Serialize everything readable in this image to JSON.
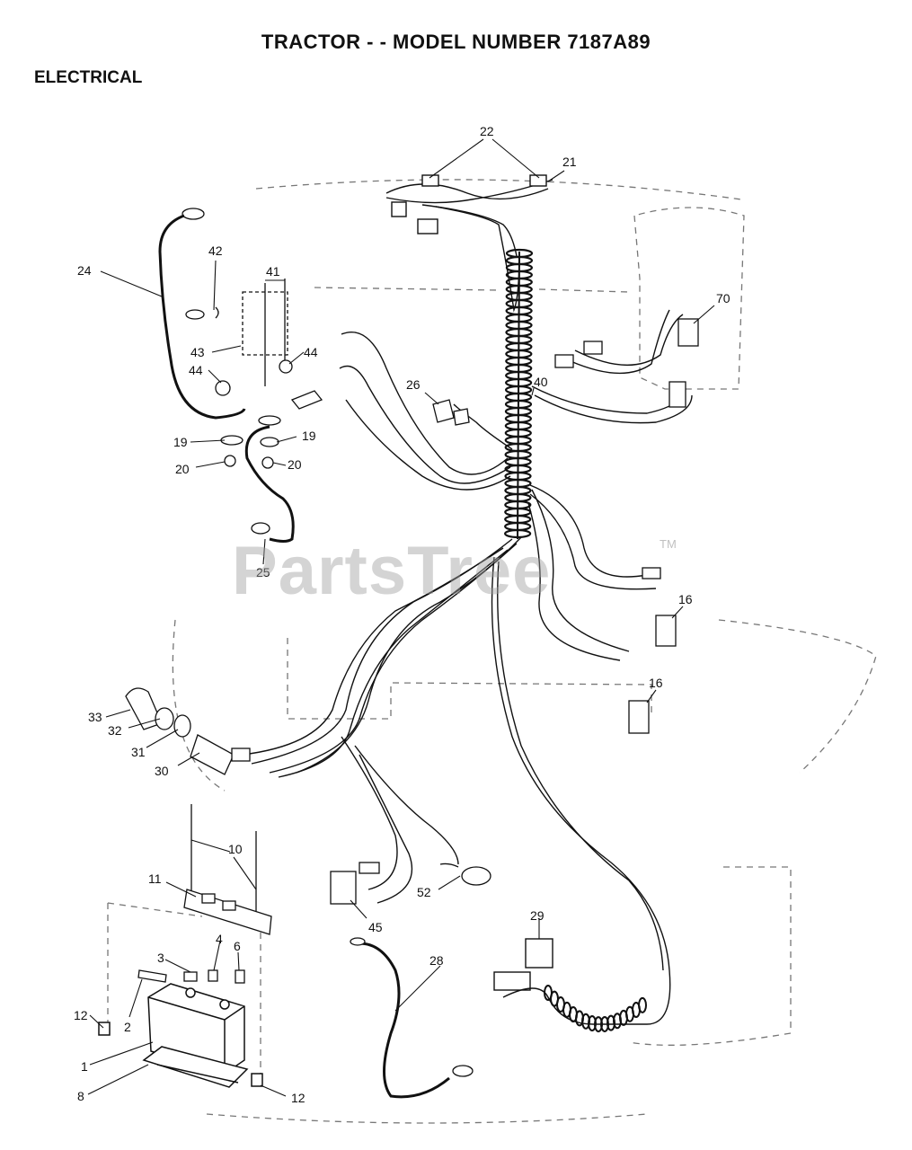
{
  "header": {
    "title": "TRACTOR - - MODEL NUMBER 7187A89",
    "section": "ELECTRICAL"
  },
  "watermark": {
    "text": "PartsTree",
    "tm": "TM"
  },
  "callouts": [
    {
      "id": "c1",
      "label": "1"
    },
    {
      "id": "c2",
      "label": "2"
    },
    {
      "id": "c3",
      "label": "3"
    },
    {
      "id": "c4",
      "label": "4"
    },
    {
      "id": "c6",
      "label": "6"
    },
    {
      "id": "c8",
      "label": "8"
    },
    {
      "id": "c10",
      "label": "10"
    },
    {
      "id": "c11",
      "label": "11"
    },
    {
      "id": "c12a",
      "label": "12"
    },
    {
      "id": "c12b",
      "label": "12"
    },
    {
      "id": "c16a",
      "label": "16"
    },
    {
      "id": "c16b",
      "label": "16"
    },
    {
      "id": "c19a",
      "label": "19"
    },
    {
      "id": "c19b",
      "label": "19"
    },
    {
      "id": "c20a",
      "label": "20"
    },
    {
      "id": "c20b",
      "label": "20"
    },
    {
      "id": "c21",
      "label": "21"
    },
    {
      "id": "c22",
      "label": "22"
    },
    {
      "id": "c24",
      "label": "24"
    },
    {
      "id": "c25",
      "label": "25"
    },
    {
      "id": "c26",
      "label": "26"
    },
    {
      "id": "c28",
      "label": "28"
    },
    {
      "id": "c29",
      "label": "29"
    },
    {
      "id": "c30",
      "label": "30"
    },
    {
      "id": "c31",
      "label": "31"
    },
    {
      "id": "c32",
      "label": "32"
    },
    {
      "id": "c33",
      "label": "33"
    },
    {
      "id": "c40",
      "label": "40"
    },
    {
      "id": "c41",
      "label": "41"
    },
    {
      "id": "c42",
      "label": "42"
    },
    {
      "id": "c43",
      "label": "43"
    },
    {
      "id": "c44a",
      "label": "44"
    },
    {
      "id": "c44b",
      "label": "44"
    },
    {
      "id": "c45",
      "label": "45"
    },
    {
      "id": "c52",
      "label": "52"
    },
    {
      "id": "c70",
      "label": "70"
    }
  ]
}
